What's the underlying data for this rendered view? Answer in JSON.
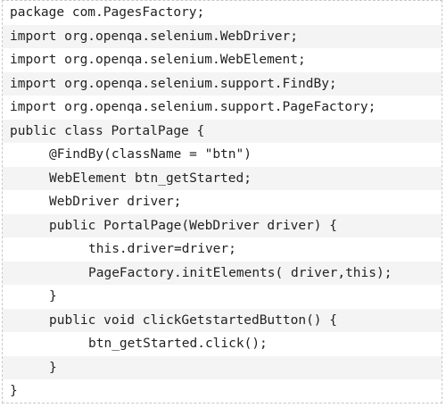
{
  "code": {
    "lines": [
      "package com.PagesFactory;",
      "import org.openqa.selenium.WebDriver;",
      "import org.openqa.selenium.WebElement;",
      "import org.openqa.selenium.support.FindBy;",
      "import org.openqa.selenium.support.PageFactory;",
      "public class PortalPage {",
      "@FindBy(className = \"btn\")",
      "WebElement btn_getStarted;",
      "WebDriver driver;",
      "public PortalPage(WebDriver driver) {",
      "this.driver=driver;",
      "PageFactory.initElements( driver,this);",
      "}",
      "public void clickGetstartedButton() {",
      "btn_getStarted.click();",
      "}",
      "}"
    ]
  }
}
